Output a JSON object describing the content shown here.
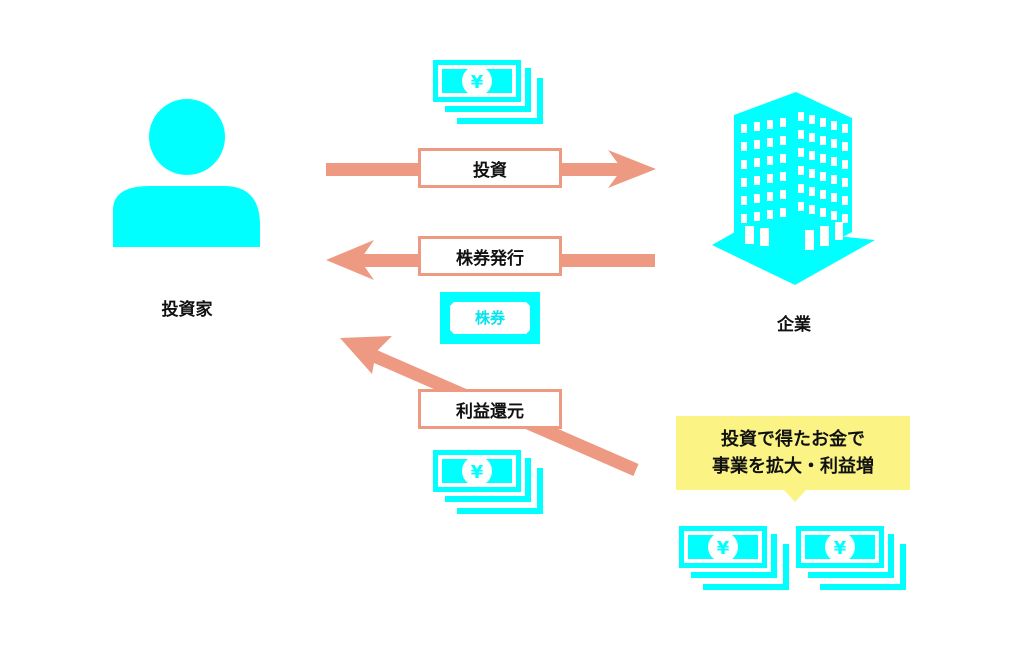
{
  "colors": {
    "icon": "#00ffff",
    "arrow": "#ee9a82",
    "bubble": "#fbf484",
    "text": "#111111"
  },
  "nodes": {
    "investor": {
      "label": "投資家",
      "icon": "person-icon"
    },
    "company": {
      "label": "企業",
      "icon": "building-icon"
    }
  },
  "arrows": {
    "investment": {
      "label": "投資",
      "direction": "investor-to-company"
    },
    "stock_issue": {
      "label": "株券発行",
      "direction": "company-to-investor"
    },
    "profit_return": {
      "label": "利益還元",
      "direction": "company-to-investor"
    }
  },
  "stock_certificate": {
    "label": "株券",
    "icon": "stock-certificate-icon"
  },
  "money_symbol": "¥",
  "callout": {
    "lines": [
      "投資で得たお金で",
      "事業を拡大・利益増"
    ]
  }
}
